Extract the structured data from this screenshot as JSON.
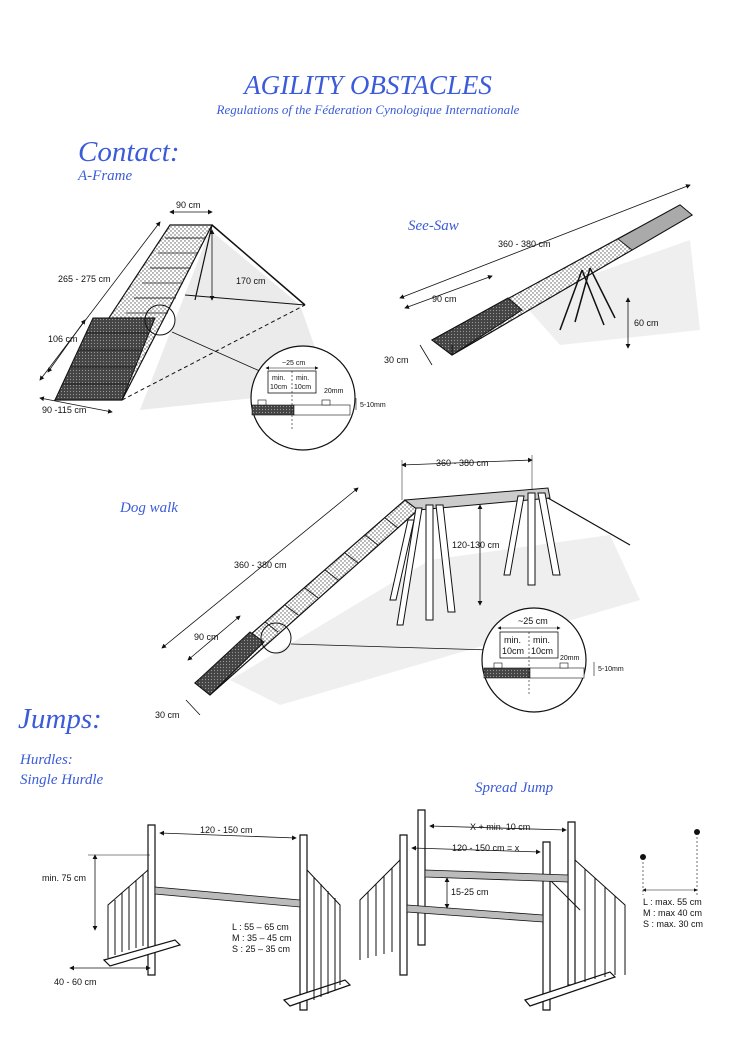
{
  "title": "AGILITY OBSTACLES",
  "subtitle": "Regulations of the Féderation Cynologique Internationale",
  "sections": {
    "contact": "Contact:",
    "jumps": "Jumps:"
  },
  "obstacles": {
    "aframe": {
      "label": "A-Frame",
      "top_width": "90 cm",
      "length": "265 - 275 cm",
      "height": "170 cm",
      "contact": "106 cm",
      "base_width": "90 -115 cm"
    },
    "seesaw": {
      "label": "See-Saw",
      "length": "360 - 380 cm",
      "contact": "90 cm",
      "height": "60 cm",
      "width": "30 cm"
    },
    "dogwalk": {
      "label": "Dog walk",
      "plank": "360 - 380 cm",
      "ramp": "360 - 380 cm",
      "height": "120-130 cm",
      "contact": "90 cm",
      "width": "30 cm"
    },
    "slat_detail": {
      "spacing": "~25 cm",
      "min_a": "min.",
      "min_a2": "10cm",
      "min_b": "min.",
      "min_b2": "10cm",
      "slat_w": "20mm",
      "slat_h": "5-10mm"
    },
    "hurdles_label": "Hurdles:",
    "single_hurdle": {
      "label": "Single Hurdle",
      "width": "120 - 150 cm",
      "wing_height": "min. 75 cm",
      "wing_width": "40 - 60 cm",
      "heights": [
        "L : 55 – 65 cm",
        "M : 35 – 45 cm",
        "S : 25 – 35 cm"
      ]
    },
    "spread_jump": {
      "label": "Spread Jump",
      "outer_width": "X + min. 10 cm",
      "inner_width": "120 - 150 cm = x",
      "gap": "15-25 cm",
      "heights": [
        "L : max. 55 cm",
        "M : max 40 cm",
        "S : max. 30 cm"
      ]
    }
  }
}
